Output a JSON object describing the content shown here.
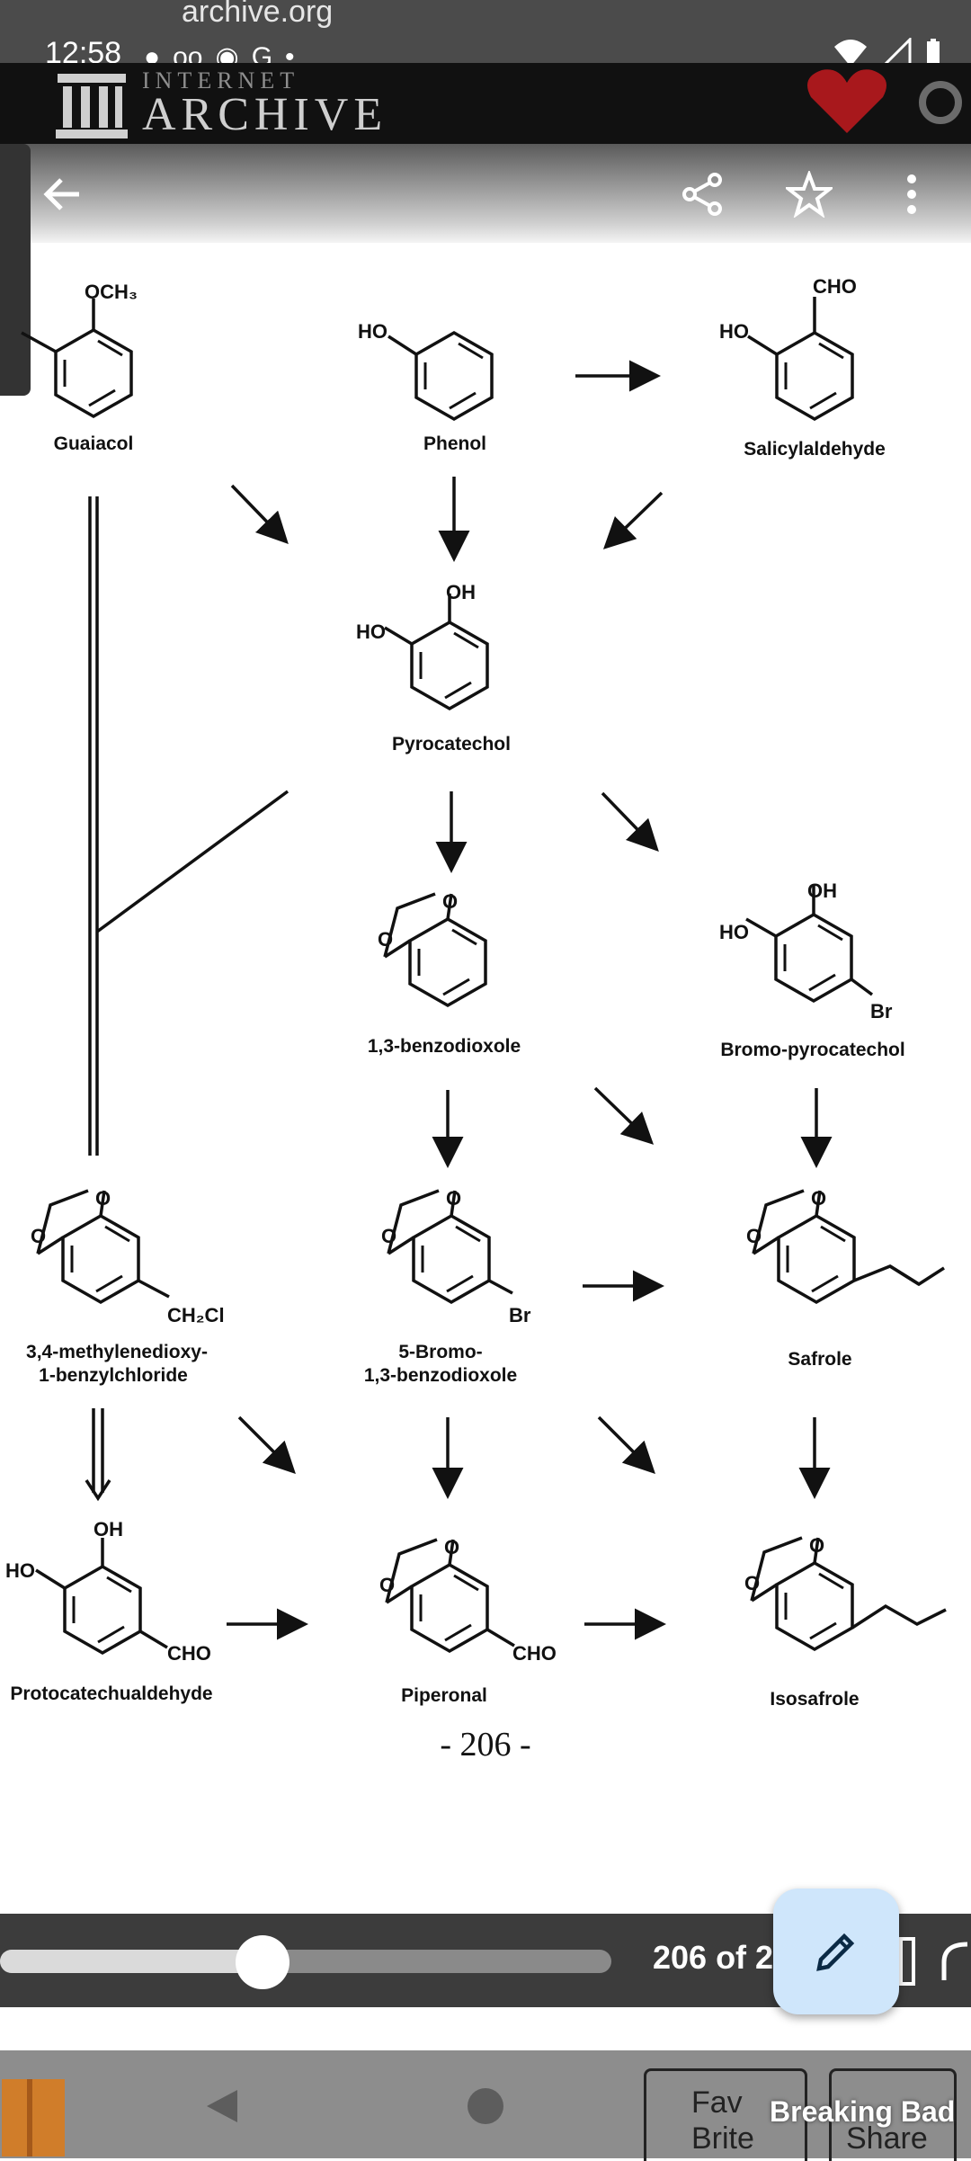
{
  "status_bar": {
    "url": "archive.org",
    "time": "12:58"
  },
  "header": {
    "brand_line": "INTERNET",
    "brand": "ARCHIVE"
  },
  "diagram": {
    "compounds": {
      "guaiacol": {
        "name": "Guaiacol",
        "subst": [
          "OCH₃"
        ]
      },
      "phenol": {
        "name": "Phenol",
        "subst": [
          "HO"
        ]
      },
      "salicylaldehyde": {
        "name": "Salicylaldehyde",
        "subst": [
          "CHO",
          "HO"
        ]
      },
      "pyrocatechol": {
        "name": "Pyrocatechol",
        "subst": [
          "OH",
          "HO"
        ]
      },
      "benzodioxole": {
        "name": "1,3-benzodioxole"
      },
      "bromo_pyrocatechol": {
        "name": "Bromo-pyrocatechol",
        "subst": [
          "OH",
          "HO",
          "Br"
        ]
      },
      "methylenedioxy": {
        "name_line1": "3,4-methylenedioxy-",
        "name_line2": "1-benzylchloride",
        "subst": [
          "CH₂Cl"
        ]
      },
      "bromo_benzodioxole": {
        "name_line1": "5-Bromo-",
        "name_line2": "1,3-benzodioxole",
        "subst": [
          "Br"
        ]
      },
      "safrole": {
        "name": "Safrole"
      },
      "protocatechualdehyde": {
        "name": "Protocatechualdehyde",
        "subst": [
          "OH",
          "HO",
          "CHO"
        ]
      },
      "piperonal": {
        "name": "Piperonal",
        "subst": [
          "CHO"
        ]
      },
      "isosafrole": {
        "name": "Isosafrole"
      }
    },
    "atom_o": "O",
    "page_number": "- 206 -"
  },
  "reader": {
    "progress": 0.43,
    "counter": "206 of 2"
  },
  "ad": {
    "label": "Breaking Bad",
    "button_a": "Fav",
    "button_a_sub": "Brite",
    "button_b": "Share"
  },
  "icons": [
    "back-arrow-icon",
    "share-icon",
    "star-icon",
    "more-vert-icon",
    "edit-pencil-icon",
    "nav-back-icon",
    "nav-home-icon",
    "book-icon",
    "wifi-icon",
    "signal-icon",
    "battery-icon"
  ]
}
